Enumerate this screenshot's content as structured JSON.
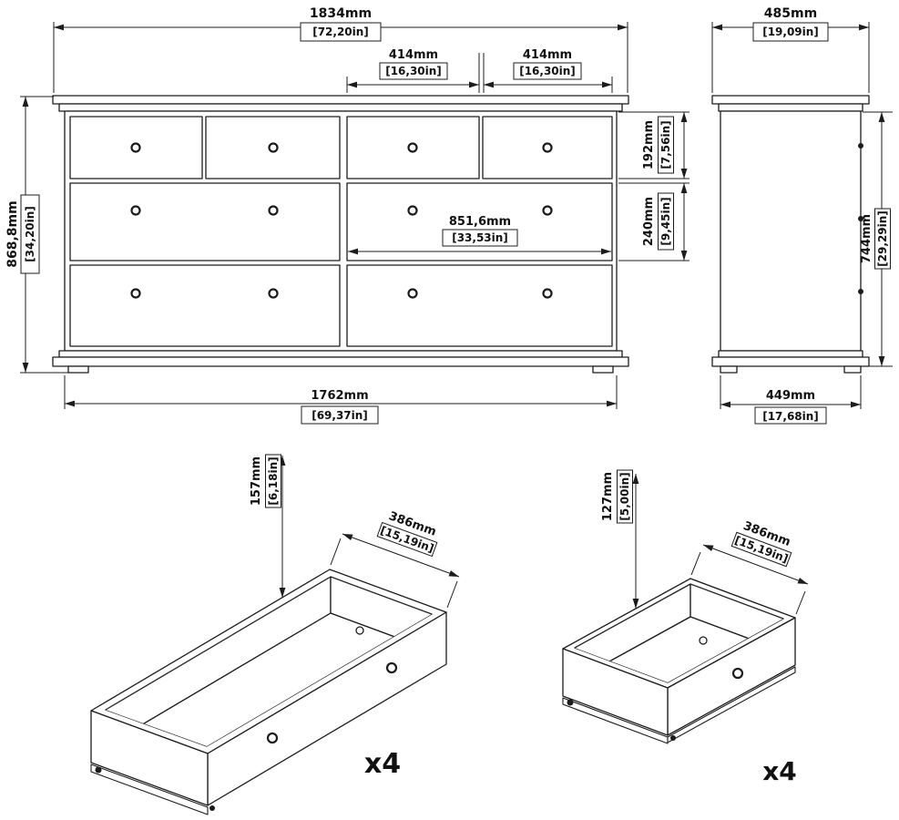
{
  "front_view": {
    "total_width_mm": "1834mm",
    "total_width_in": "[72,20in]",
    "drawer3_width_mm": "414mm",
    "drawer3_width_in": "[16,30in]",
    "drawer4_width_mm": "414mm",
    "drawer4_width_in": "[16,30in]",
    "total_height_mm": "868,8mm",
    "total_height_in": "[34,20in]",
    "top_drawer_height_mm": "192mm",
    "top_drawer_height_in": "[7,56in]",
    "mid_drawer_height_mm": "240mm",
    "mid_drawer_height_in": "[9,45in]",
    "wide_drawer_width_mm": "851,6mm",
    "wide_drawer_width_in": "[33,53in]",
    "base_width_mm": "1762mm",
    "base_width_in": "[69,37in]"
  },
  "side_view": {
    "depth_mm": "485mm",
    "depth_in": "[19,09in]",
    "body_height_mm": "744mm",
    "body_height_in": "[29,29in]",
    "base_depth_mm": "449mm",
    "base_depth_in": "[17,68in]"
  },
  "large_drawer": {
    "height_mm": "157mm",
    "height_in": "[6,18in]",
    "depth_mm": "386mm",
    "depth_in": "[15,19in]",
    "quantity": "x4"
  },
  "small_drawer": {
    "height_mm": "127mm",
    "height_in": "[5,00in]",
    "depth_mm": "386mm",
    "depth_in": "[15,19in]",
    "quantity": "x4"
  }
}
